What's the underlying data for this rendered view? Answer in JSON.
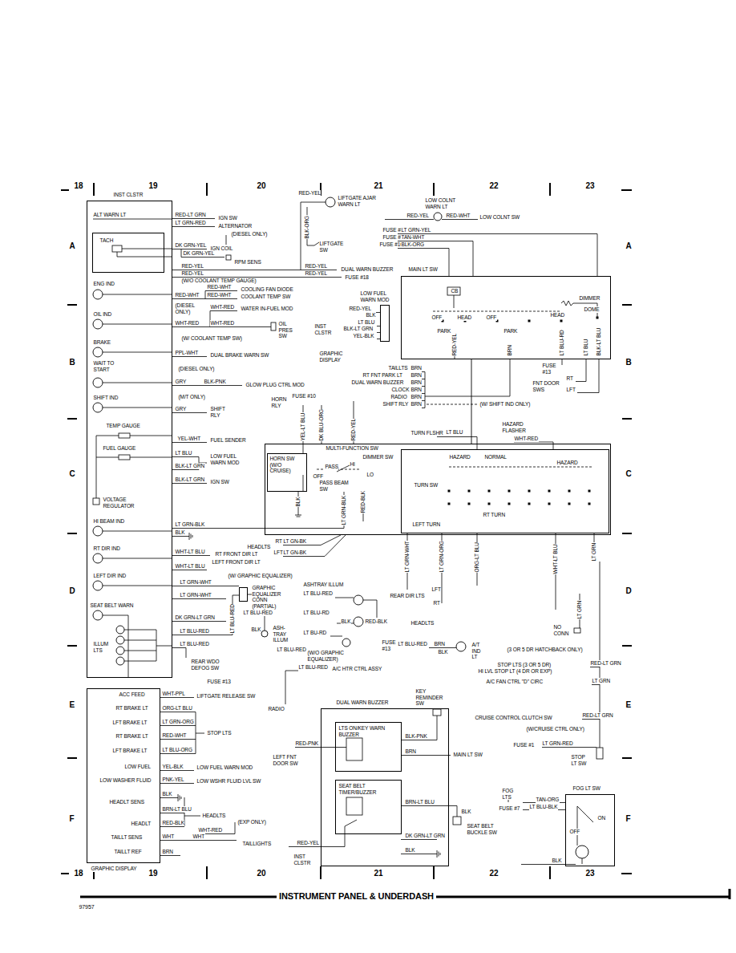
{
  "diagram": {
    "title": "INSTRUMENT PANEL & UNDERDASH",
    "nodes": [
      {
        "text": [
          "INST CLSTR"
        ]
      },
      {
        "text": [
          "TACH"
        ],
        "in": 0
      },
      {
        "text": [
          "GRAPHIC DISPLAY"
        ]
      },
      {
        "text": [
          "MAIN LT SW"
        ]
      },
      {
        "text": [
          "LOW FUEL WARN MOD"
        ]
      },
      {
        "text": [
          "MULTI-FUNCTION SW"
        ]
      },
      {
        "text": [
          "HORN SW (W/O CRUISE)"
        ],
        "in": 5
      },
      {
        "text": [
          "TURN SW"
        ],
        "in": 5
      },
      {
        "text": [
          "GRAPHIC EQUALIZER CONN (PARTIAL)"
        ]
      },
      {
        "text": [
          "DUAL WARN BUZZER"
        ]
      },
      {
        "text": [
          "LTS ON/KEY WARN BUZZER"
        ],
        "in": 9
      },
      {
        "text": [
          "SEAT BELT TIMER/BUZZER"
        ],
        "in": 9
      },
      {
        "text": [
          "FOG LT SW"
        ]
      }
    ],
    "edges": [
      {
        "from": 3,
        "to": 5,
        "arrow": "none"
      }
    ],
    "labels": [
      "18",
      "19",
      "20",
      "21",
      "22",
      "23",
      "A",
      "B",
      "C",
      "D",
      "E",
      "F",
      "A",
      "B",
      "C",
      "D",
      "E",
      "F",
      "18",
      "19",
      "20",
      "21",
      "22",
      "23",
      "97957",
      "ALT WARN LT",
      "ENG IND",
      "OIL IND",
      "BRAKE",
      "WAIT TO START",
      "SHIFT IND",
      "TEMP GAUGE",
      "FUEL GAUGE",
      "VOLTAGE REGULATOR",
      "HI BEAM IND",
      "RT DIR IND",
      "LEFT DIR IND",
      "SEAT BELT WARN",
      "ILLUM LTS",
      "RED-LT GRN",
      "IGN SW",
      "LT GRN-RED",
      "ALTERNATOR",
      "(DIESEL ONLY)",
      "DK GRN-YEL",
      "IGN COIL",
      "DK GRN-YEL",
      "RPM SENS",
      "RED-YEL",
      "RED-YEL",
      "(W/O COOLANT TEMP GAUGE)",
      "RED-WHT",
      "COOLING FAN DIODE",
      "RED-WHT",
      "RED-WHT",
      "COOLANT TEMP SW",
      "(DIESEL ONLY)",
      "WHT-RED",
      "WATER IN-FUEL MOD",
      "WHT-RED",
      "WHT-RED",
      "OIL PRES SW",
      "(W/ COOLANT TEMP SW)",
      "PPL-WHT",
      "DUAL BRAKE WARN SW",
      "(DIESEL ONLY)",
      "GRY",
      "BLK-PNK",
      "GLOW PLUG CTRL MOD",
      "(M/T ONLY)",
      "GRY",
      "SHIFT RLY",
      "YEL-WHT",
      "FUEL SENDER",
      "LT BLU",
      "LOW FUEL WARN MOD",
      "BLK-LT GRN",
      "BLK-LT GRN",
      "IGN SW",
      "LT GRN-BLK",
      "BLK",
      "WHT-LT BLU",
      "RT FRONT DIR LT",
      "LEFT FRONT DIR LT",
      "WHT-LT BLU",
      "(W/ GRAPHIC EQUALIZER)",
      "LT GRN-WHT",
      "LT GRN-WHT",
      "DK GRN-LT GRN",
      "LT BLU-RED",
      "LT BLU-RED",
      "REAR WDO DEFOG SW",
      "FUSE #13",
      "RADIO",
      "RED-YEL",
      "LIFTGATE AJAR WARN LT",
      "BLK-ORG",
      "LIFTGATE SW",
      "RED-YEL",
      "DUAL WARN BUZZER",
      "RED-YEL",
      "FUSE #18",
      "LOW COLNT WARN LT",
      "RED-YEL",
      "RED-WHT",
      "LOW COLNT SW",
      "FUSE #8",
      "LT GRN-YEL",
      "FUSE #4",
      "TAN-WHT",
      "FUSE #16",
      "BLK-ORG",
      "CB",
      "DIMMER",
      "OFF",
      "HEAD",
      "OFF",
      "PARK",
      "PARK",
      "HEAD",
      "DOME",
      "RED-YEL",
      "BLK",
      "LT BLU",
      "BLK-LT GRN",
      "YEL-BLK",
      "INST CLSTR",
      "GRAPHIC DISPLAY",
      "RED-YEL",
      "BRN",
      "LT BLU-RD",
      "LT BLU",
      "BLK-LT BLU",
      "FUSE #13",
      "RT",
      "LFT",
      "FNT DOOR SWS",
      "TAILLTS",
      "BRN",
      "RT FNT PARK LT",
      "BRN",
      "DUAL WARN BUZZER",
      "BRN",
      "CLOCK",
      "BRN",
      "RADIO",
      "BRN",
      "SHIFT RLY",
      "BRN",
      "(W/ SHIFT IND ONLY)",
      "HORN RLY",
      "FUSE #10",
      "YEL-LT BLU",
      "DK BLU-ORG",
      "RED-YEL",
      "TURN FLSHR",
      "LT BLU",
      "HAZARD FLASHER",
      "WHT-RED",
      "DIMMER SW",
      "PASS",
      "HI",
      "OFF",
      "LO",
      "PASS BEAM SW",
      "BLK",
      "RED-BLK",
      "HAZARD",
      "NORMAL",
      "HAZARD",
      "LEFT TURN",
      "RT TURN",
      "LT GRN-BLK",
      "RT",
      "LT GN-BK",
      "HEADLTS",
      "LFT",
      "LT GN-BK",
      "LT GRN-WHT",
      "LT GRN-ORG",
      "ORG-LT BLU",
      "WHT-LT BLU",
      "LT GRN",
      "LFT",
      "REAR DIR LTS",
      "RT",
      "ASHTRAY ILLUM",
      "LT BLU-RED",
      "LT BLU-RED",
      "LT BLU-RED",
      "BLK",
      "ASH-TRAY ILLUM",
      "(W/O GRAPHIC EQUALIZER)",
      "LT BLU-RD",
      "LT BU-RD",
      "BLK",
      "RED-BLK",
      "HEADLTS",
      "LT BLU-RED",
      "LT BLU-RED",
      "A/C HTR CTRL ASSY",
      "FUSE #13",
      "LT BLU-RED",
      "BRN",
      "BLK",
      "A/T IND LT",
      "LT GRN",
      "NO CONN",
      "(3 OR 5 DR HATCHBACK ONLY)",
      "STOP LTS (3 OR 5 DR)",
      "HI LVL STOP LT (4 DR OR EXP)",
      "RED-LT GRN",
      "A/C FAN CTRL \"D\" CIRC",
      "LT GRN",
      "CRUISE CONTROL CLUTCH SW",
      "RED-LT GRN",
      "(W/CRUISE CTRL ONLY)",
      "FUSE #1",
      "LT GRN-RED",
      "STOP LT SW",
      "KEY REMINDER SW",
      "BLK-PNK",
      "BRN",
      "MAIN LT SW",
      "RED-PNK",
      "LEFT FNT DOOR SW",
      "BRN-LT BLU",
      "BLK",
      "SEAT BELT BUCKLE SW",
      "DK GRN-LT GRN",
      "BLK",
      "RED-YEL",
      "INST CLSTR",
      "FOG LTS",
      "TAN-ORG",
      "FUSE #7",
      "LT BLU-BLK",
      "ON",
      "OFF",
      "BLK",
      "ACC FEED",
      "WHT-PPL",
      "LIFTGATE RELEASE SW",
      "RT BRAKE LT",
      "ORG-LT BLU",
      "LFT BRAKE LT",
      "LT GRN-ORG",
      "RT BRAKE LT",
      "RED-WHT",
      "STOP LTS",
      "LFT BRAKE LT",
      "LT BLU-ORG",
      "LOW FUEL",
      "YEL-BLK",
      "LOW FUEL WARN MOD",
      "LOW WASHER FLUID",
      "PNK-YEL",
      "LOW WSHR FLUID LVL SW",
      "HEADLT SENS",
      "BLK",
      "BRN-LT BLU",
      "HEADLTS",
      "HEADLT",
      "RED-BLK",
      "WHT-RED",
      "(EXP ONLY)",
      "TAILLT SENS",
      "WHT",
      "WHT",
      "TAILLIGHTS",
      "TAILLT REF",
      "BRN"
    ]
  }
}
